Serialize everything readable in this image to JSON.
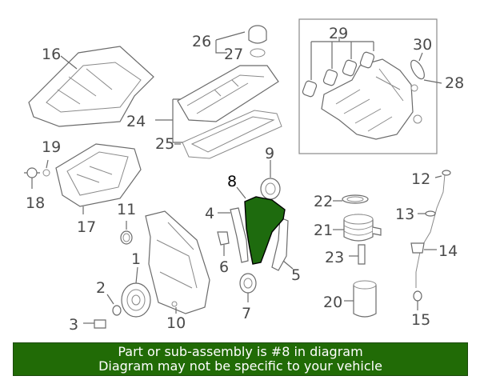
{
  "colors": {
    "highlight": "#1e6b0e",
    "banner_bg": "#216b06",
    "banner_text": "#ffffff",
    "line": "#6b6b6b",
    "label": "#4a4a4a"
  },
  "callouts": [
    {
      "id": "1",
      "text": "1"
    },
    {
      "id": "2",
      "text": "2"
    },
    {
      "id": "3",
      "text": "3"
    },
    {
      "id": "4",
      "text": "4"
    },
    {
      "id": "5",
      "text": "5"
    },
    {
      "id": "6",
      "text": "6"
    },
    {
      "id": "7",
      "text": "7"
    },
    {
      "id": "8",
      "text": "8"
    },
    {
      "id": "9",
      "text": "9"
    },
    {
      "id": "10",
      "text": "10"
    },
    {
      "id": "11",
      "text": "11"
    },
    {
      "id": "12",
      "text": "12"
    },
    {
      "id": "13",
      "text": "13"
    },
    {
      "id": "14",
      "text": "14"
    },
    {
      "id": "15",
      "text": "15"
    },
    {
      "id": "16",
      "text": "16"
    },
    {
      "id": "17",
      "text": "17"
    },
    {
      "id": "18",
      "text": "18"
    },
    {
      "id": "19",
      "text": "19"
    },
    {
      "id": "20",
      "text": "20"
    },
    {
      "id": "21",
      "text": "21"
    },
    {
      "id": "22",
      "text": "22"
    },
    {
      "id": "23",
      "text": "23"
    },
    {
      "id": "24",
      "text": "24"
    },
    {
      "id": "25",
      "text": "25"
    },
    {
      "id": "26",
      "text": "26"
    },
    {
      "id": "27",
      "text": "27"
    },
    {
      "id": "28",
      "text": "28"
    },
    {
      "id": "29",
      "text": "29"
    },
    {
      "id": "30",
      "text": "30"
    }
  ],
  "highlighted_part": "8",
  "banner": {
    "line1": "Part or sub-assembly is #8 in diagram",
    "line2": "Diagram may not be specific to your vehicle"
  }
}
